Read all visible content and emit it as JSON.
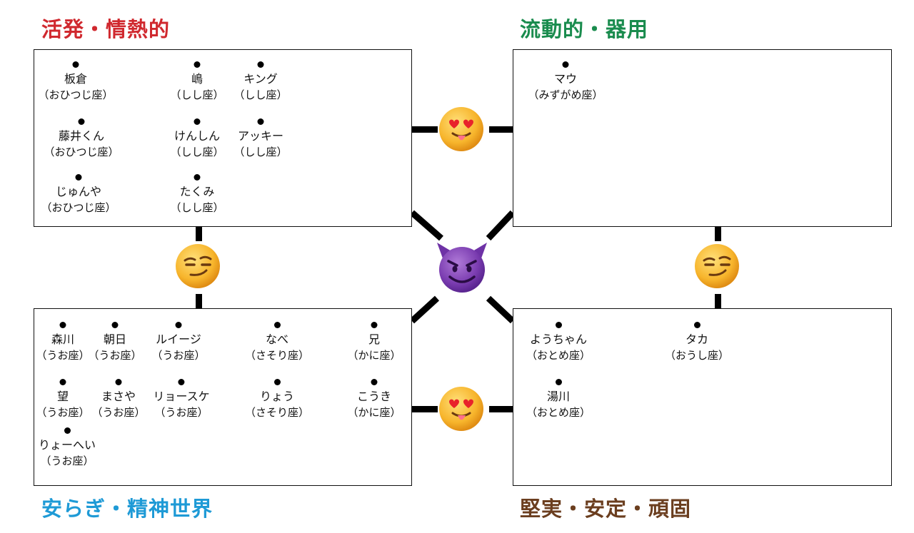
{
  "groups": {
    "top_left": {
      "heading": "活発・情熱的",
      "color": "#d0282e",
      "members": [
        {
          "name": "板倉",
          "sign": "（おひつじ座）"
        },
        {
          "name": "藤井くん",
          "sign": "（おひつじ座）"
        },
        {
          "name": "じゅんや",
          "sign": "（おひつじ座）"
        },
        {
          "name": "嶋",
          "sign": "（しし座）"
        },
        {
          "name": "けんしん",
          "sign": "（しし座）"
        },
        {
          "name": "たくみ",
          "sign": "（しし座）"
        },
        {
          "name": "キング",
          "sign": "（しし座）"
        },
        {
          "name": "アッキー",
          "sign": "（しし座）"
        }
      ]
    },
    "top_right": {
      "heading": "流動的・器用",
      "color": "#1a8c4e",
      "members": [
        {
          "name": "マウ",
          "sign": "（みずがめ座）"
        }
      ]
    },
    "bottom_left": {
      "heading": "安らぎ・精神世界",
      "color": "#1e9ad6",
      "members": [
        {
          "name": "森川",
          "sign": "（うお座）"
        },
        {
          "name": "望",
          "sign": "（うお座）"
        },
        {
          "name": "りょーへい",
          "sign": "（うお座）"
        },
        {
          "name": "朝日",
          "sign": "（うお座）"
        },
        {
          "name": "まさや",
          "sign": "（うお座）"
        },
        {
          "name": "ルイージ",
          "sign": "（うお座）"
        },
        {
          "name": "リョースケ",
          "sign": "（うお座）"
        },
        {
          "name": "なべ",
          "sign": "（さそり座）"
        },
        {
          "name": "りょう",
          "sign": "（さそり座）"
        },
        {
          "name": "兄",
          "sign": "（かに座）"
        },
        {
          "name": "こうき",
          "sign": "（かに座）"
        }
      ]
    },
    "bottom_right": {
      "heading": "堅実・安定・頑固",
      "color": "#6b3e1f",
      "members": [
        {
          "name": "ようちゃん",
          "sign": "（おとめ座）"
        },
        {
          "name": "湯川",
          "sign": "（おとめ座）"
        },
        {
          "name": "タカ",
          "sign": "（おうし座）"
        }
      ]
    }
  },
  "relations": {
    "top": "heart-eyes-tongue-emoji",
    "bottom": "heart-eyes-tongue-emoji",
    "left": "smirk-emoji",
    "right": "smirk-emoji",
    "center": "smiling-devil-emoji"
  }
}
